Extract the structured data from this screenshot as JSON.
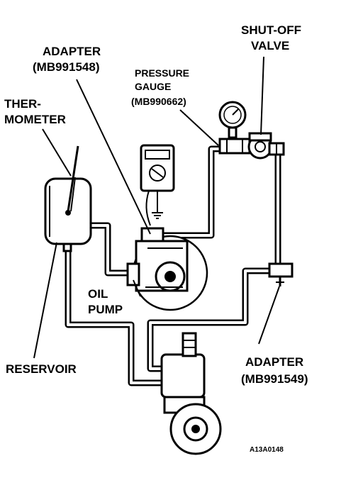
{
  "labels": {
    "adapter_top_line1": "ADAPTER",
    "adapter_top_line2": "(MB991548)",
    "shutoff_line1": "SHUT-OFF",
    "shutoff_line2": "VALVE",
    "pressure_line1": "PRESSURE",
    "pressure_line2": "GAUGE",
    "pressure_line3": "(MB990662)",
    "thermo_line1": "THER-",
    "thermo_line2": "MOMETER",
    "oil_line1": "OIL",
    "oil_line2": "PUMP",
    "reservoir": "RESERVOIR",
    "adapter_bottom_line1": "ADAPTER",
    "adapter_bottom_line2": "(MB991549)",
    "figure_code": "A13A0148"
  }
}
